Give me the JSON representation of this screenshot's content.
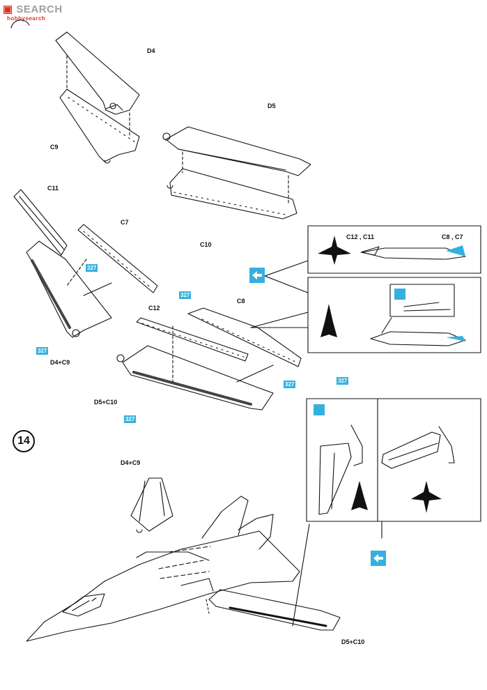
{
  "watermark": {
    "text": "SEARCH",
    "site": "hobbysearch"
  },
  "step": {
    "number": "14"
  },
  "labels": {
    "d4": "D4",
    "c9": "C9",
    "d5": "D5",
    "c10": "C10",
    "c11": "C11",
    "c7": "C7",
    "c12": "C12",
    "c8": "C8",
    "d4c9_a": "D4+C9",
    "d5c10_a": "D5+C10",
    "d4c9_b": "D4+C9",
    "d5c10_b": "D5+C10",
    "c12c11": "C12 , C11",
    "c8c7": "C8 , C7"
  },
  "paint_code": "327",
  "icons": [
    "paint-badge-icon",
    "view-arrow-icon",
    "aircraft-silhouette-icon",
    "detail-magnifier-icon"
  ],
  "colors": {
    "paint_badge": "#35b0de",
    "ink": "#111111"
  }
}
